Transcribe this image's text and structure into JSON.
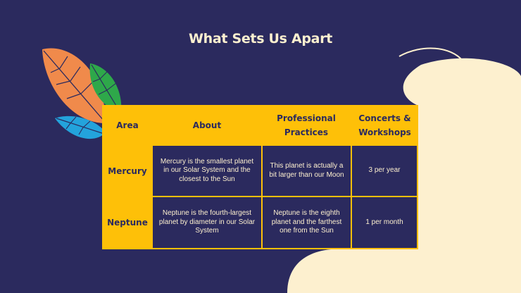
{
  "title": "What Sets Us Apart",
  "colors": {
    "background": "#2b2a5e",
    "accent_yellow": "#fec008",
    "cream": "#fdf0cf",
    "leaf_orange": "#f08a4b",
    "leaf_green": "#2ea84a",
    "leaf_blue": "#23a3dc"
  },
  "table": {
    "headers": [
      "Area",
      "About",
      "Professional Practices",
      "Concerts & Workshops"
    ],
    "rows": [
      {
        "area": "Mercury",
        "about": "Mercury is the smallest planet in our Solar System and the closest to the Sun",
        "practices": "This planet is actually a bit larger than our Moon",
        "concerts": "3 per year"
      },
      {
        "area": "Neptune",
        "about": "Neptune is the fourth-largest planet by diameter in our Solar System",
        "practices": "Neptune is the eighth planet and the farthest one from the Sun",
        "concerts": "1 per month"
      }
    ]
  }
}
